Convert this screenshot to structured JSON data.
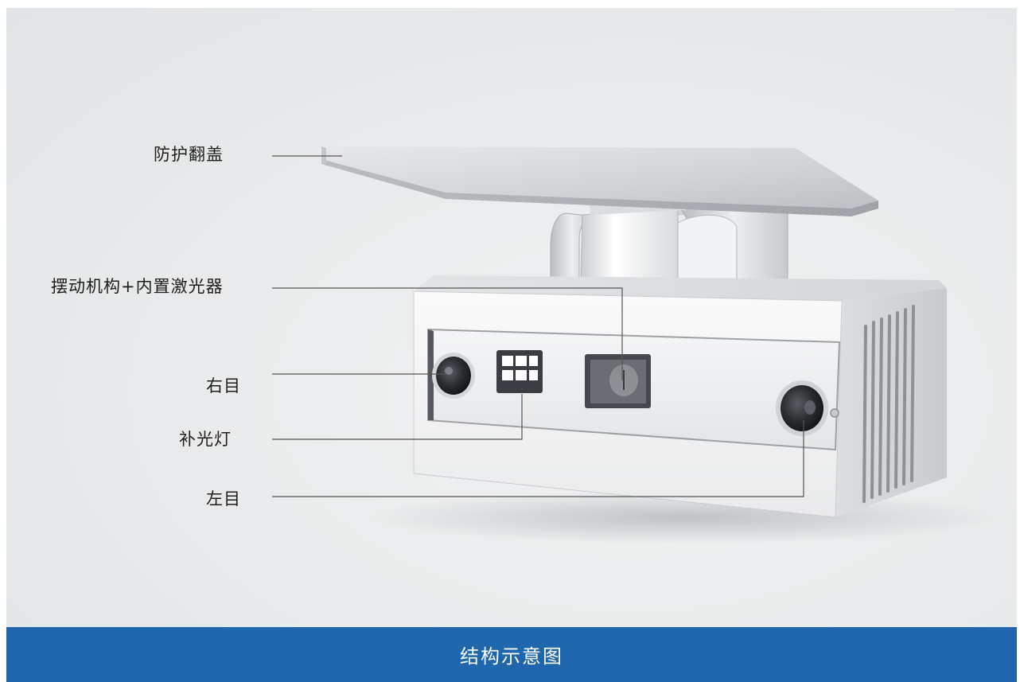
{
  "diagram": {
    "labels": {
      "flip_cover": "防护翻盖",
      "swing_mechanism": "摆动机构+内置激光器",
      "right_eye": "右目",
      "fill_light": "补光灯",
      "left_eye": "左目"
    },
    "caption": "结构示意图"
  },
  "colors": {
    "caption_bar": "#1f66ad",
    "caption_text": "#ffffff",
    "label_text": "#1d1d1d",
    "leader_line": "#555555",
    "background": "#e6e8ea"
  }
}
